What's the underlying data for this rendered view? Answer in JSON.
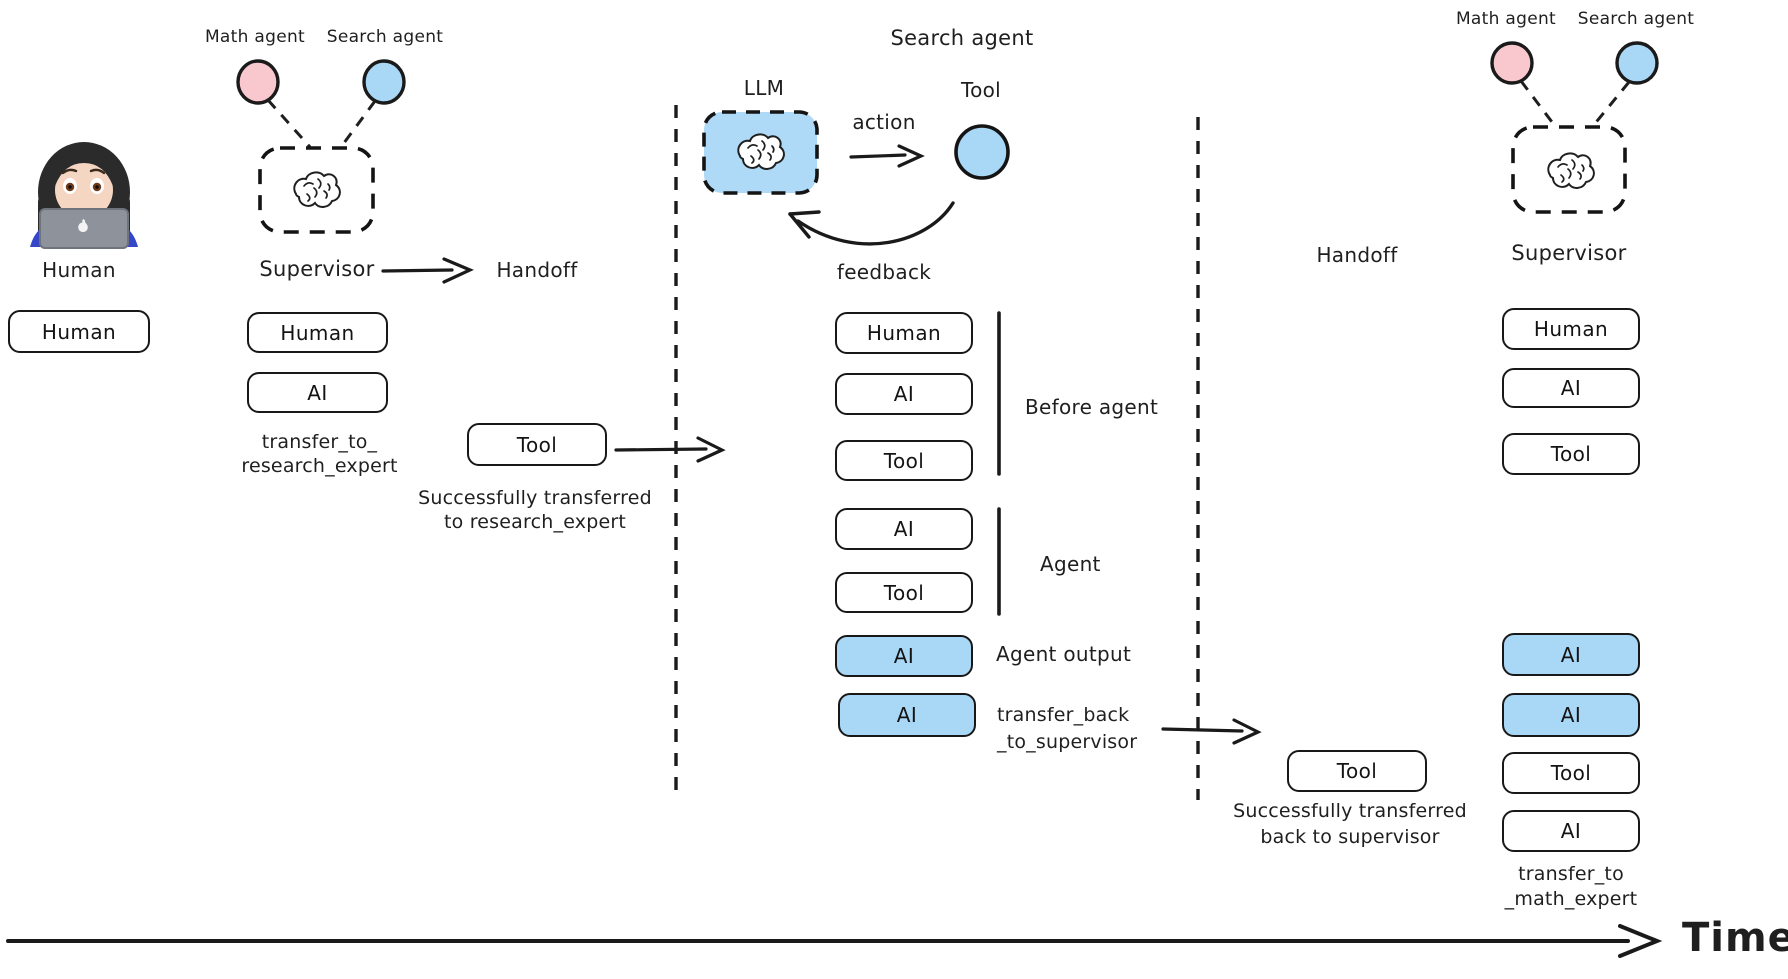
{
  "colors": {
    "ink": "#1f1f1f",
    "math_agent_pink": "#f9c7ce",
    "search_agent_blue": "#a9d7f6",
    "llm_box_blue": "#aed9f7"
  },
  "icons": {
    "human_avatar": "woman-technologist-emoji",
    "supervisor_node": "brain-icon",
    "llm_node": "brain-icon"
  },
  "left_lane": {
    "avatar_label": "Human",
    "message": "Human"
  },
  "supervisor_left": {
    "math_agent_label": "Math agent",
    "search_agent_label": "Search agent",
    "node_label": "Supervisor",
    "handoff_label": "Handoff",
    "messages": [
      {
        "label": "Human",
        "variant": "white"
      },
      {
        "label": "AI",
        "variant": "white"
      }
    ],
    "transfer_note": [
      "transfer_to_",
      "research_expert"
    ],
    "tool_message": "Tool",
    "tool_note": [
      "Successfully transferred",
      "to research_expert"
    ]
  },
  "search_agent_lane": {
    "title": "Search agent",
    "llm_label": "LLM",
    "action_label": "action",
    "tool_label": "Tool",
    "feedback_label": "feedback",
    "messages": [
      {
        "label": "Human",
        "variant": "white"
      },
      {
        "label": "AI",
        "variant": "white"
      },
      {
        "label": "Tool",
        "variant": "white"
      },
      {
        "label": "AI",
        "variant": "white"
      },
      {
        "label": "Tool",
        "variant": "white"
      },
      {
        "label": "AI",
        "variant": "blue"
      },
      {
        "label": "AI",
        "variant": "blue"
      }
    ],
    "before_agent_label": "Before agent",
    "agent_label": "Agent",
    "agent_output_label": "Agent output",
    "transfer_back_note": [
      "transfer_back",
      "_to_supervisor"
    ]
  },
  "supervisor_right": {
    "math_agent_label": "Math agent",
    "search_agent_label": "Search agent",
    "node_label": "Supervisor",
    "handoff_label": "Handoff",
    "tool_message": "Tool",
    "tool_note": [
      "Successfully transferred",
      "back to supervisor"
    ],
    "messages": [
      {
        "label": "Human",
        "variant": "white"
      },
      {
        "label": "AI",
        "variant": "white"
      },
      {
        "label": "Tool",
        "variant": "white"
      },
      {
        "label": "AI",
        "variant": "blue"
      },
      {
        "label": "AI",
        "variant": "blue"
      },
      {
        "label": "Tool",
        "variant": "white"
      },
      {
        "label": "AI",
        "variant": "white"
      }
    ],
    "transfer_note": [
      "transfer_to",
      "_math_expert"
    ]
  },
  "time_axis": {
    "label": "Time"
  }
}
